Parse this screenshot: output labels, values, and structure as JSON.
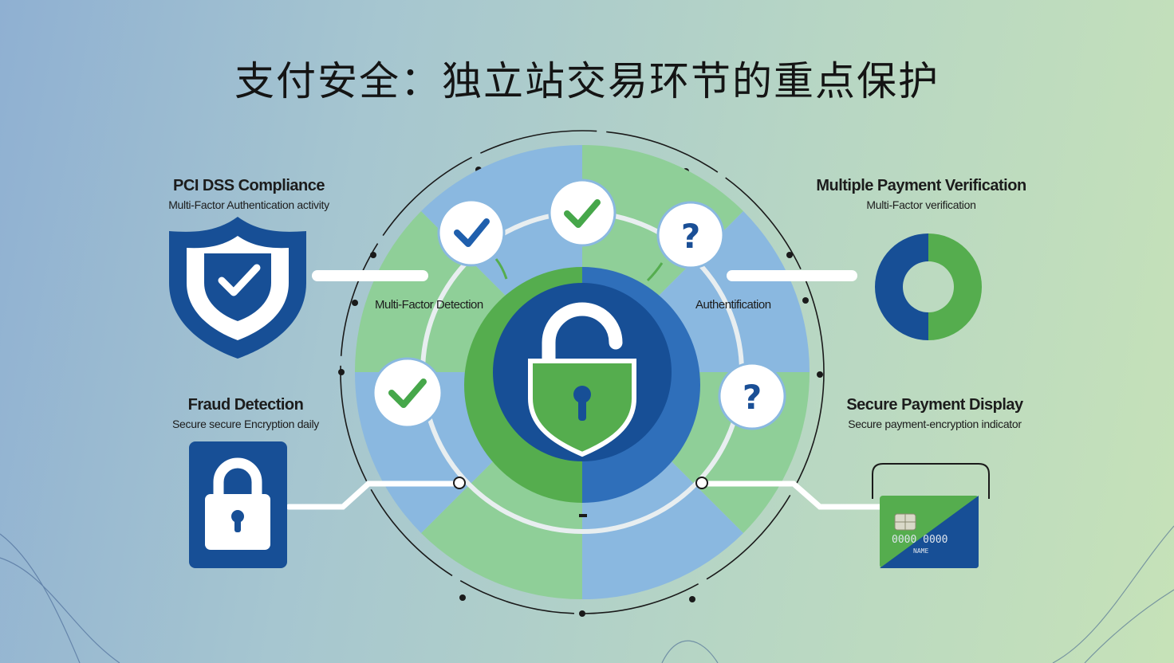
{
  "title": "支付安全：独立站交易环节的重点保护",
  "features": {
    "pci": {
      "heading": "PCI DSS Compliance",
      "sub": "Multi-Factor Authentication activity",
      "icon": "shield-check-icon"
    },
    "fraud": {
      "heading": "Fraud Detection",
      "sub": "Secure secure Encryption daily",
      "icon": "padlock-icon"
    },
    "verify": {
      "heading": "Multiple Payment Verification",
      "sub": "Multi-Factor verification",
      "icon": "donut-icon"
    },
    "display": {
      "heading": "Secure Payment Display",
      "sub": "Secure payment-encryption indicator",
      "icon": "credit-card-icon"
    }
  },
  "inner_labels": {
    "left": "Multi-Factor Detection",
    "right": "Authentification"
  },
  "card": {
    "number": "0000 0000",
    "name": "NAME"
  },
  "colors": {
    "navy": "#1a4f96",
    "green": "#55ad4e",
    "light_green": "#8fcf98",
    "light_blue": "#8ab8e0",
    "white": "#ffffff"
  }
}
